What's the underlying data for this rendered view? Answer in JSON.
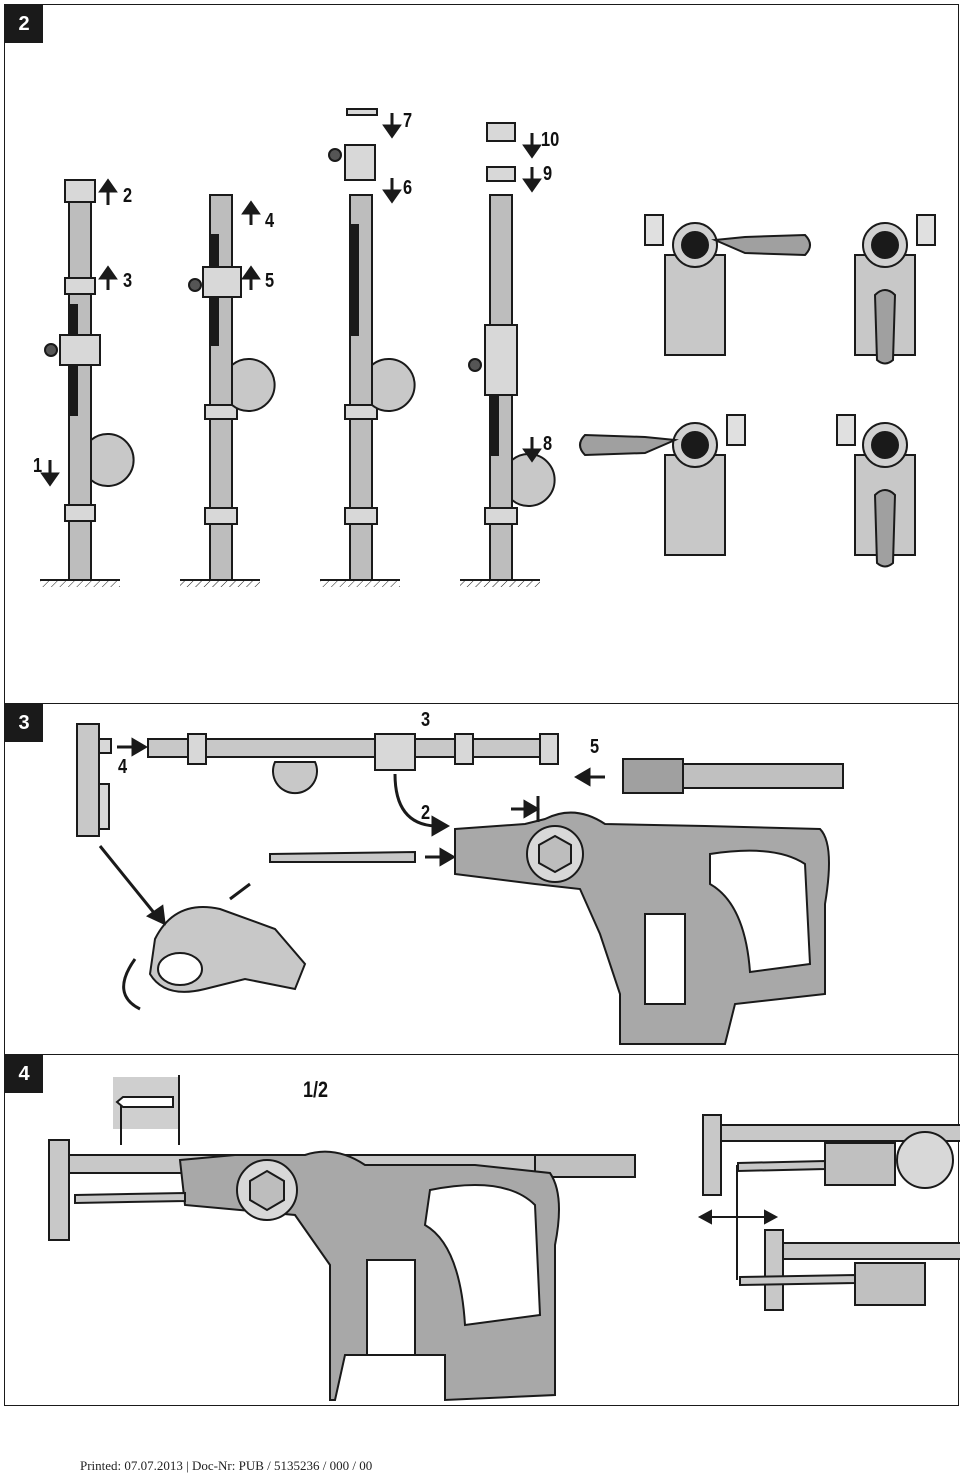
{
  "sections": {
    "s2": {
      "number": "2",
      "step_labels": [
        "1",
        "2",
        "3",
        "4",
        "5",
        "6",
        "7",
        "8",
        "9",
        "10"
      ]
    },
    "s3": {
      "number": "3",
      "step_labels": [
        "2",
        "3",
        "4",
        "5"
      ]
    },
    "s4": {
      "number": "4",
      "depth_label": "1/2"
    }
  },
  "footer": {
    "text": "Printed: 07.07.2013 | Doc-Nr: PUB / 5135236 / 000 / 00"
  },
  "colors": {
    "line": "#1a1a1a",
    "body_grey": "#9a9a9a",
    "light_grey": "#c8c8c8",
    "dark_grey": "#6e6e6e",
    "panel_fill": "#ffffff"
  }
}
